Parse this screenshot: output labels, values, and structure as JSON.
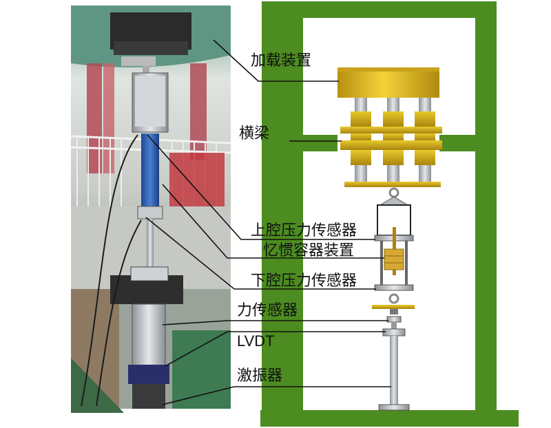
{
  "labels": {
    "loading": "加载装置",
    "beam": "横梁",
    "upper_sensor": "上腔压力传感器",
    "inerter": "忆惯容器装置",
    "lower_sensor": "下腔压力传感器",
    "force_sensor": "力传感器",
    "lvdt": "LVDT",
    "exciter": "激振器"
  },
  "colors": {
    "frame": "#4a8a1f",
    "gold": "#d9b21a",
    "gold_dark": "#a8830f",
    "steel": "#b8bcc0",
    "blue_rod": "#2a5fb0",
    "photo_wall": "#e9ece8",
    "photo_green": "#6aa08a"
  }
}
